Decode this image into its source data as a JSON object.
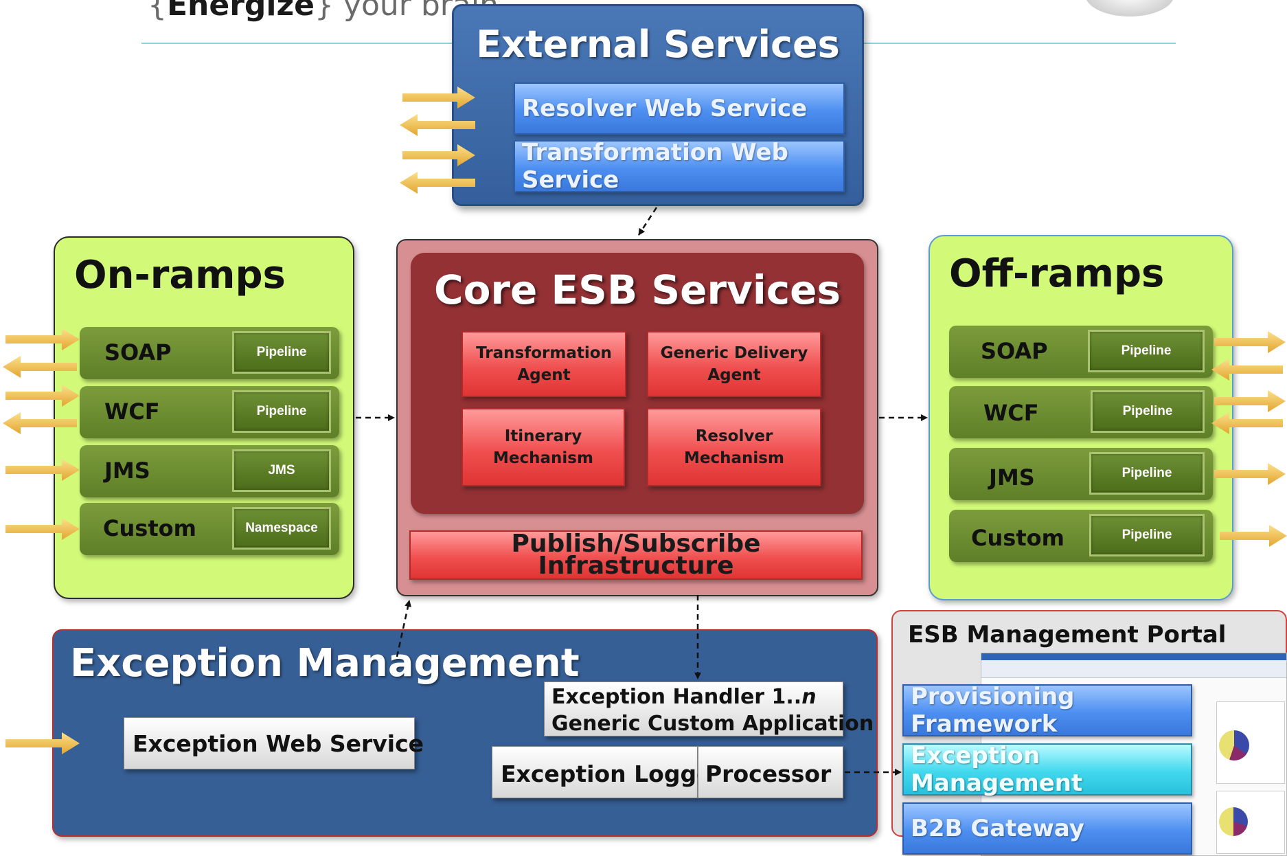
{
  "brand": {
    "strong": "Energize",
    "rest": " your brain",
    "open": "{",
    "close": "}"
  },
  "external_services": {
    "title": "External Services",
    "items": [
      "Resolver  Web Service",
      "Transformation Web Service"
    ]
  },
  "on_ramps": {
    "title": "On-ramps",
    "rows": [
      {
        "label": "SOAP",
        "tag": "Pipeline"
      },
      {
        "label": "WCF",
        "tag": "Pipeline"
      },
      {
        "label": "JMS",
        "tag": "JMS"
      },
      {
        "label": "Custom",
        "tag": "Namespace"
      }
    ]
  },
  "off_ramps": {
    "title": "Off-ramps",
    "rows": [
      {
        "label": "SOAP",
        "tag": "Pipeline"
      },
      {
        "label": "WCF",
        "tag": "Pipeline"
      },
      {
        "label": "JMS",
        "tag": "Pipeline"
      },
      {
        "label": "Custom",
        "tag": "Pipeline"
      }
    ]
  },
  "core": {
    "title": "Core ESB Services",
    "agents": {
      "transformation": [
        "Transformation",
        "Agent"
      ],
      "generic_delivery": [
        "Generic Delivery",
        "Agent"
      ],
      "itinerary": [
        "Itinerary",
        "Mechanism"
      ],
      "resolver": "Resolver Mechanism"
    },
    "pubsub": "Publish/Subscribe Infrastructure"
  },
  "exception_management": {
    "title": "Exception Management",
    "web_service": "Exception Web Service",
    "handler_line1": "Exception Handler 1..",
    "handler_n": "n",
    "handler_line2": "Generic Custom Application",
    "logger": "Exception Logger",
    "processor": "Processor"
  },
  "portal": {
    "title": "ESB Management Portal",
    "items": [
      "Provisioning Framework",
      "Exception Management",
      "B2B Gateway"
    ]
  },
  "colors": {
    "ramp_green": "#d2fa78",
    "row_green": "#6e8e30",
    "core_red": "#933135",
    "exception_blue": "#365f95",
    "arrow_gold": "#f2b944"
  }
}
